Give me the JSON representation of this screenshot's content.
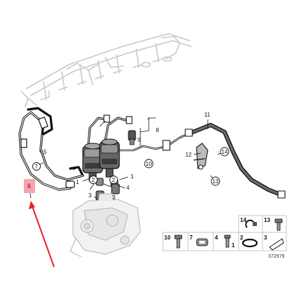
{
  "diagram_number": "372979",
  "colors": {
    "highlight_fill": "#f4a6b0",
    "highlight_text": "#c0283a",
    "arrow": "#e8202a",
    "line": "#111111",
    "phantom": "#c9c9c9"
  },
  "highlighted_callout": "6",
  "callouts": [
    "1",
    "1",
    "2",
    "2",
    "3",
    "3",
    "4",
    "5",
    "7",
    "8",
    "9",
    "10",
    "11",
    "12",
    "13",
    "14"
  ],
  "legend_items": [
    "10",
    "7",
    "4",
    "1",
    "14",
    "13",
    "2",
    "3"
  ]
}
